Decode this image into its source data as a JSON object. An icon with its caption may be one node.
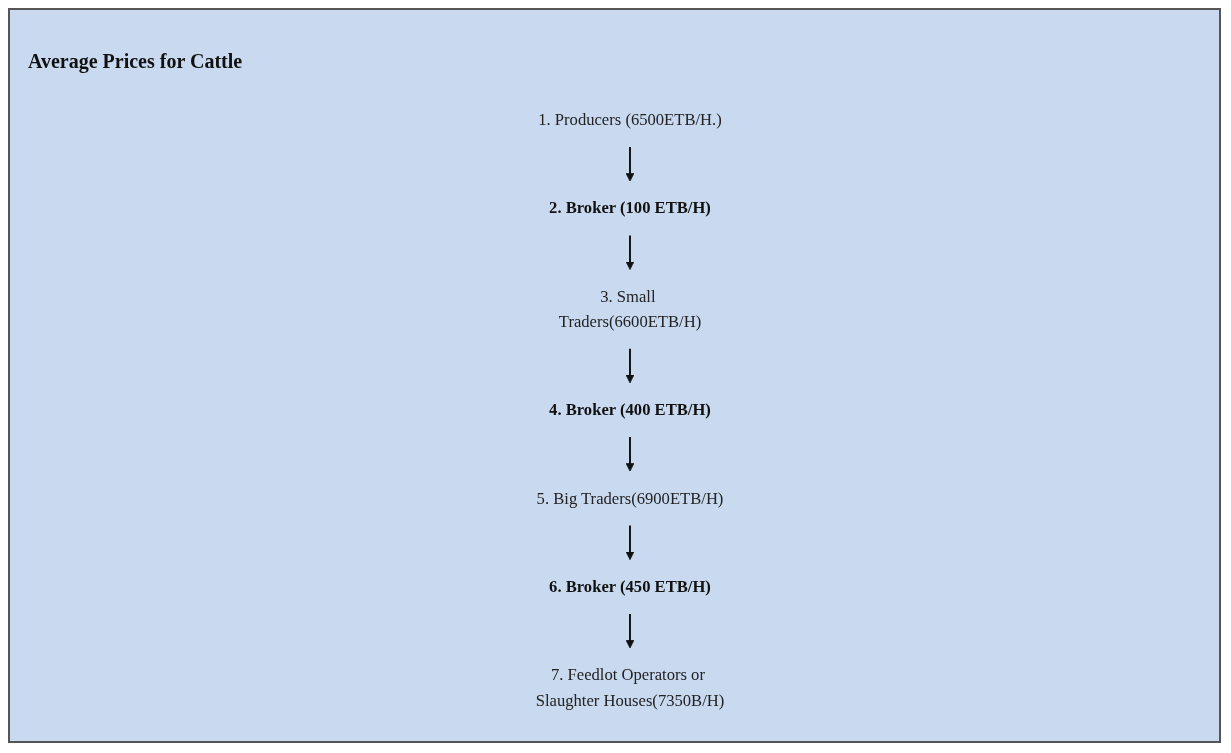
{
  "diagram": {
    "title": "Average Prices for Cattle",
    "nodes": [
      {
        "text": [
          "1. Producers (6500ETB/H.)"
        ]
      },
      {
        "text": [
          "2. Broker (100 ETB/H)"
        ]
      },
      {
        "text": [
          "3. Small Traders(6600ETB/H)"
        ]
      },
      {
        "text": [
          "4. Broker (400 ETB/H)"
        ]
      },
      {
        "text": [
          "5. Big Traders(6900ETB/H)"
        ]
      },
      {
        "text": [
          "6. Broker (450 ETB/H)"
        ]
      },
      {
        "text": [
          "7. Feedlot Operators or Slaughter Houses(7350B/H)"
        ]
      }
    ],
    "edges": [
      {
        "from": 0,
        "to": 1,
        "arrow": "to"
      },
      {
        "from": 1,
        "to": 2,
        "arrow": "to"
      },
      {
        "from": 2,
        "to": 3,
        "arrow": "to"
      },
      {
        "from": 3,
        "to": 4,
        "arrow": "to"
      },
      {
        "from": 4,
        "to": 5,
        "arrow": "to"
      },
      {
        "from": 5,
        "to": 6,
        "arrow": "to"
      }
    ]
  }
}
